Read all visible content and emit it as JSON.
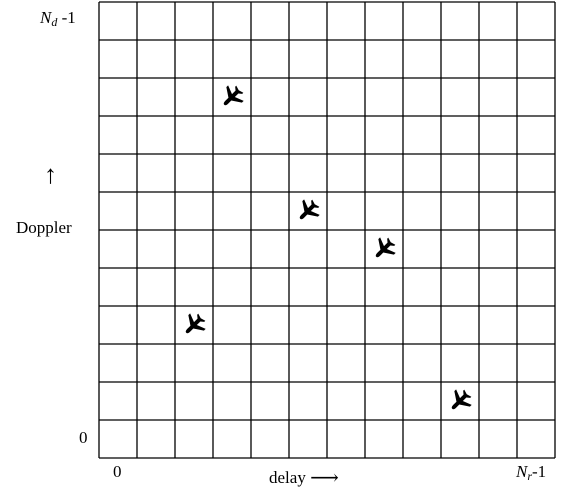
{
  "grid": {
    "columns": 12,
    "rows": 12
  },
  "labels": {
    "y_top_symbol": "N",
    "y_top_sub": "d",
    "y_top_suffix": " -1",
    "y_bottom": "0",
    "y_axis": "Doppler",
    "y_arrow": "↑",
    "x_left": "0",
    "x_axis": "delay",
    "x_arrow": "⟶",
    "x_right_symbol": "N",
    "x_right_sub": "r",
    "x_right_suffix": "-1"
  },
  "targets": {
    "icon": "airplane-icon",
    "cells": [
      {
        "col": 3,
        "row": 2
      },
      {
        "col": 5,
        "row": 5
      },
      {
        "col": 7,
        "row": 6
      },
      {
        "col": 2,
        "row": 8
      },
      {
        "col": 9,
        "row": 10
      }
    ]
  }
}
